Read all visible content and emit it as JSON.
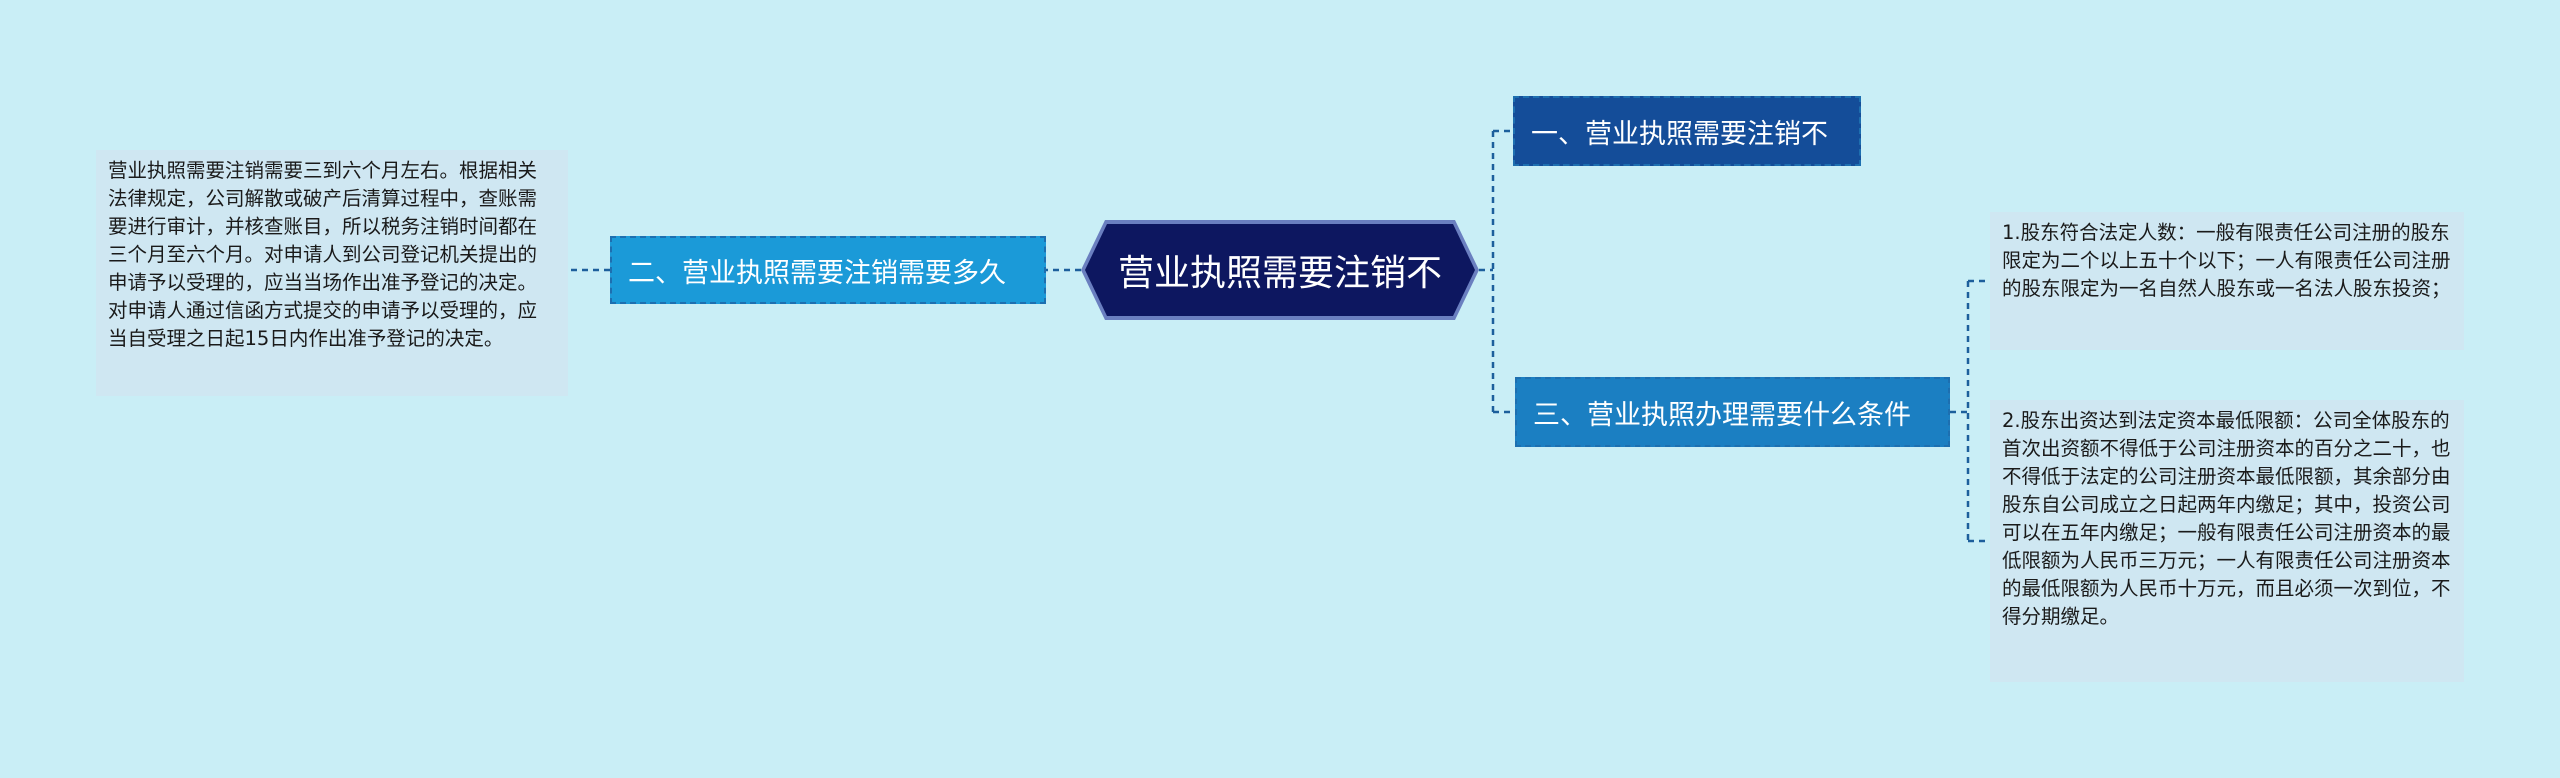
{
  "root": {
    "label": "营业执照需要注销不"
  },
  "branches": {
    "one": {
      "label": "一、营业执照需要注销不"
    },
    "two": {
      "label": "二、营业执照需要注销需要多久"
    },
    "three": {
      "label": "三、营业执照办理需要什么条件"
    }
  },
  "leaves": {
    "two_detail": "营业执照需要注销需要三到六个月左右。根据相关法律规定，公司解散或破产后清算过程中，查账需要进行审计，并核查账目，所以税务注销时间都在三个月至六个月。对申请人到公司登记机关提出的申请予以受理的，应当当场作出准予登记的决定。对申请人通过信函方式提交的申请予以受理的，应当自受理之日起15日内作出准予登记的决定。",
    "three_detail_1": "1.股东符合法定人数：一般有限责任公司注册的股东限定为二个以上五十个以下；一人有限责任公司注册的股东限定为一名自然人股东或一名法人股东投资；",
    "three_detail_2": "2.股东出资达到法定资本最低限额：公司全体股东的首次出资额不得低于公司注册资本的百分之二十，也不得低于法定的公司注册资本最低限额，其余部分由股东自公司成立之日起两年内缴足；其中，投资公司可以在五年内缴足；一般有限责任公司注册资本的最低限额为人民币三万元；一人有限责任公司注册资本的最低限额为人民币十万元，而且必须一次到位，不得分期缴足。"
  },
  "colors": {
    "background": "#c9eef6",
    "root_fill": "#0d1760",
    "branch_one_fill": "#144d99",
    "branch_two_fill": "#1b9ad8",
    "branch_three_fill": "#1b7fc2",
    "leaf_fill": "#cfe7f2",
    "connector": "#1c5f9c"
  }
}
